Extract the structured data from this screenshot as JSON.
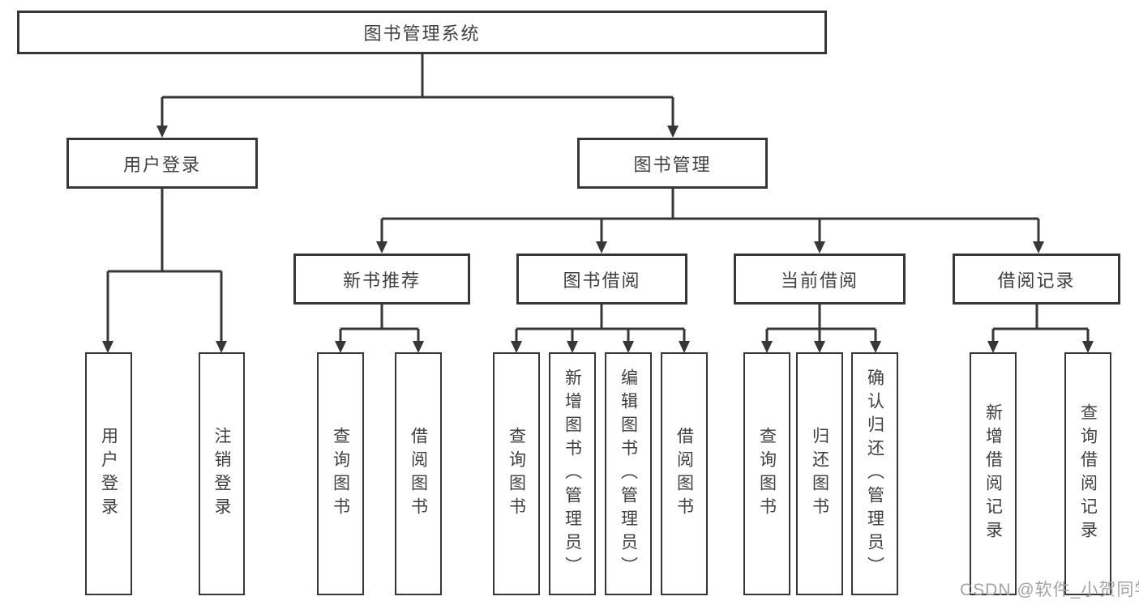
{
  "diagram": {
    "root": {
      "label": "图书管理系统"
    },
    "branches": [
      {
        "label": "用户登录",
        "children": [
          {
            "label": "用户登录"
          },
          {
            "label": "注销登录"
          }
        ]
      },
      {
        "label": "图书管理",
        "children": [
          {
            "label": "新书推荐",
            "children": [
              {
                "label": "查询图书"
              },
              {
                "label": "借阅图书"
              }
            ]
          },
          {
            "label": "图书借阅",
            "children": [
              {
                "label": "查询图书"
              },
              {
                "label": "新增图书（管理员）"
              },
              {
                "label": "编辑图书（管理员）"
              },
              {
                "label": "借阅图书"
              }
            ]
          },
          {
            "label": "当前借阅",
            "children": [
              {
                "label": "查询图书"
              },
              {
                "label": "归还图书"
              },
              {
                "label": "确认归还（管理员）"
              }
            ]
          },
          {
            "label": "借阅记录",
            "children": [
              {
                "label": "新增借阅记录"
              },
              {
                "label": "查询借阅记录"
              }
            ]
          }
        ]
      }
    ]
  },
  "watermark": {
    "text": "CSDN @软件_小贺同学"
  },
  "colors": {
    "line": "#373737",
    "text": "#3f3f3f",
    "watermark": "#a3a3a3",
    "background": "#ffffff"
  }
}
